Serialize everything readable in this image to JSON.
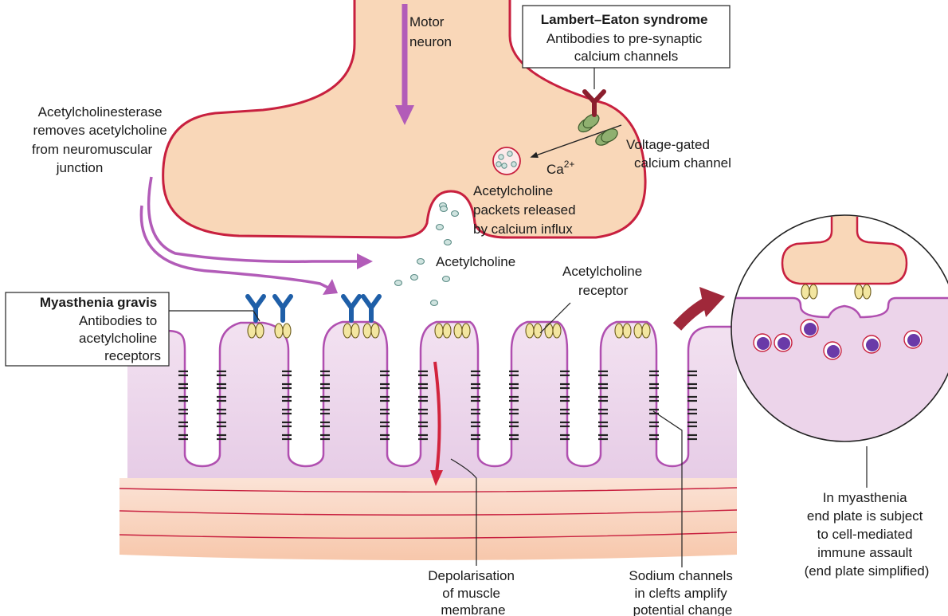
{
  "labels": {
    "motor_neuron": [
      "Motor",
      "neuron"
    ],
    "lambert_title": "Lambert–Eaton syndrome",
    "lambert_desc": [
      "Antibodies to pre-synaptic",
      "calcium channels"
    ],
    "voltage_gated": [
      "Voltage-gated",
      "calcium channel"
    ],
    "calcium_base": "Ca",
    "calcium_sup": "2+",
    "ach_packets": [
      "Acetylcholine",
      "packets released",
      "by calcium influx"
    ],
    "acetylcholinesterase": [
      "Acetylcholinesterase",
      "removes acetylcholine",
      "from neuromuscular",
      "junction"
    ],
    "acetylcholine": "Acetylcholine",
    "ach_receptor": [
      "Acetylcholine",
      "receptor"
    ],
    "mg_title": "Myasthenia gravis",
    "mg_desc": [
      "Antibodies to",
      "acetylcholine",
      "receptors"
    ],
    "depolarisation": [
      "Depolarisation",
      "of muscle",
      "membrane"
    ],
    "sodium_channels": [
      "Sodium channels",
      "in clefts amplify",
      "potential change"
    ],
    "myasthenia_inset": [
      "In myasthenia",
      "end plate is subject",
      "to cell-mediated",
      "immune assault",
      "(end plate simplified)"
    ]
  },
  "colors": {
    "neuron_fill": "#f9d7b8",
    "membrane_red": "#c8203f",
    "muscle_fill": "#ecd4ea",
    "muscle_outline": "#b04fb0",
    "arrow_violet": "#b25cb8",
    "antibody_blue": "#1f5fa8",
    "antibody_dark": "#8b1e2d",
    "receptor_yellow": "#f3e6a0",
    "channel_green": "#8fb070",
    "vesicle_fill": "#cfe3df",
    "cell_purple": "#6a3aa8"
  },
  "icons": [
    "antibody-icon",
    "receptor-icon",
    "calcium-channel-icon",
    "vesicle-icon",
    "immune-cell-icon"
  ]
}
